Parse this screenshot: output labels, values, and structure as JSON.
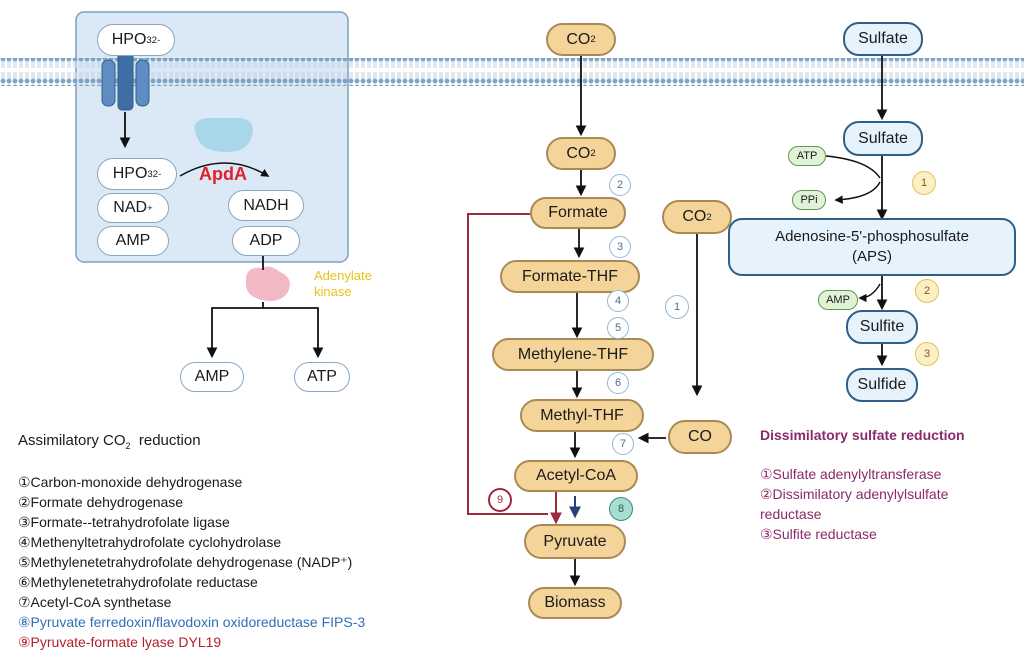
{
  "left_panel": {
    "hpo3_top": {
      "base": "HPO",
      "sub": "3",
      "sup": "2-"
    },
    "hpo3_inner": {
      "base": "HPO",
      "sub": "3",
      "sup": "2-"
    },
    "nad": {
      "base": "NAD",
      "sup": "+"
    },
    "amp_inner": "AMP",
    "enzyme_label": "ApdA",
    "nadh": "NADH",
    "adp": "ADP",
    "adenylate_kinase": [
      "Adenylate",
      "kinase"
    ],
    "amp_out": "AMP",
    "atp_out": "ATP"
  },
  "center": {
    "co2_top": {
      "base": "CO",
      "sub": "2"
    },
    "co2_mid": {
      "base": "CO",
      "sub": "2"
    },
    "co2_side": {
      "base": "CO",
      "sub": "2"
    },
    "formate": "Formate",
    "formate_thf": "Formate-THF",
    "methylene_thf": "Methylene-THF",
    "methyl_thf": "Methyl-THF",
    "co": "CO",
    "acetyl_coa": "Acetyl-CoA",
    "pyruvate": "Pyruvate",
    "biomass": "Biomass",
    "step_numbers": {
      "s1": "1",
      "s2": "2",
      "s3": "3",
      "s4": "4",
      "s5": "5",
      "s6": "6",
      "s7": "7",
      "s8": "8",
      "s9": "9"
    }
  },
  "right": {
    "sulfate_top": "Sulfate",
    "sulfate_inner": "Sulfate",
    "atp": "ATP",
    "ppi": "PPi",
    "aps_line1": "Adenosine-5'-phosphosulfate",
    "aps_line2": "(APS)",
    "amp": "AMP",
    "sulfite": "Sulfite",
    "sulfide": "Sulfide",
    "step_numbers": {
      "s1": "1",
      "s2": "2",
      "s3": "3"
    }
  },
  "legend_assimilatory": {
    "title_prefix": "Assimilatory CO",
    "title_sub": "2",
    "title_suffix": "  reduction",
    "items": [
      "①Carbon-monoxide dehydrogenase",
      "②Formate dehydrogenase",
      "③Formate--tetrahydrofolate ligase",
      "④Methenyltetrahydrofolate cyclohydrolase",
      "⑤Methylenetetrahydrofolate dehydrogenase (NADP⁺)",
      "⑥Methylenetetrahydrofolate reductase",
      "⑦Acetyl-CoA synthetase",
      "⑧Pyruvate ferredoxin/flavodoxin oxidoreductase  FIPS-3",
      "⑨Pyruvate-formate lyase  DYL19"
    ]
  },
  "legend_sulfate": {
    "title": "Dissimilatory sulfate reduction",
    "items": [
      "①Sulfate adenylyltransferase",
      "②Dissimilatory adenylylsulfate",
      "reductase",
      "③Sulfite reductase"
    ]
  },
  "colors": {
    "enzyme_red": "#e0202a",
    "kinase_yellow": "#e8c21a",
    "pathway_red": "#9e2a3f",
    "legend_blue": "#2e6fb5",
    "legend_red": "#b3202a",
    "legend_purple": "#8a2a6b",
    "tan_fill": "#f5d49a",
    "blue_fill": "#e6f2fc"
  }
}
